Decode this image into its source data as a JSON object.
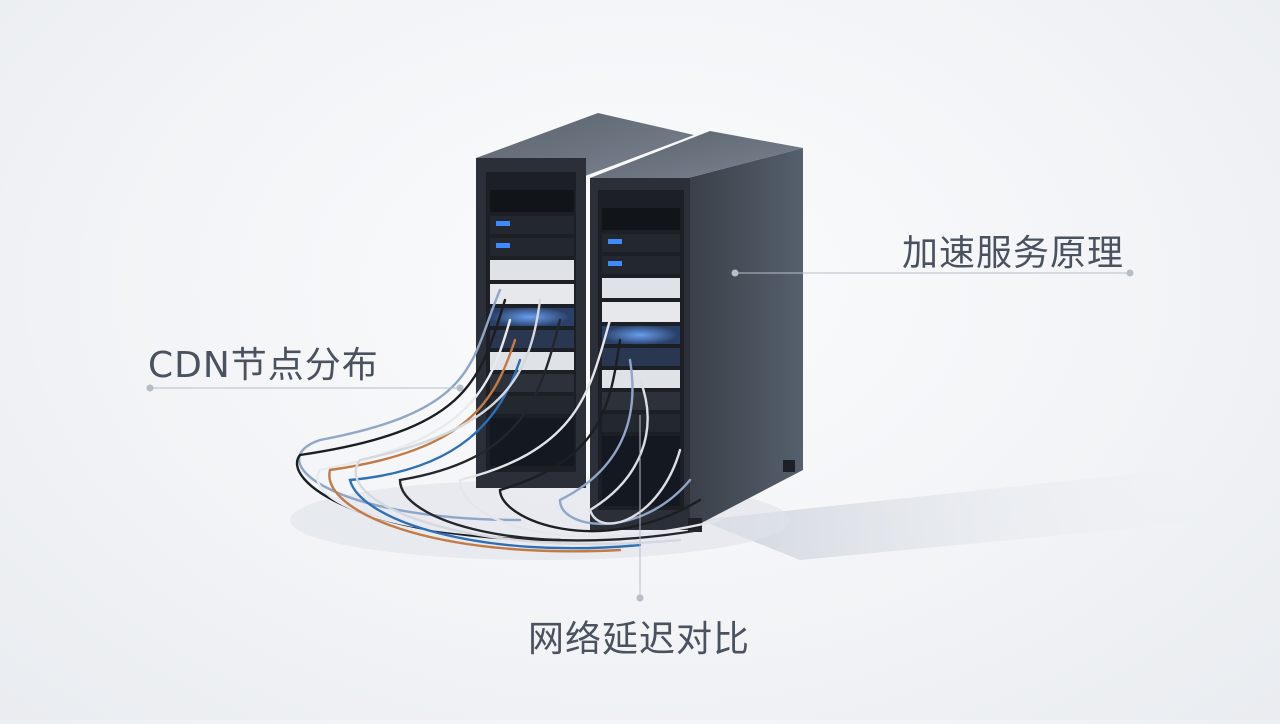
{
  "labels": {
    "cdn_nodes": "CDN节点分布",
    "acceleration": "加速服务原理",
    "latency_compare": "网络延迟对比"
  }
}
